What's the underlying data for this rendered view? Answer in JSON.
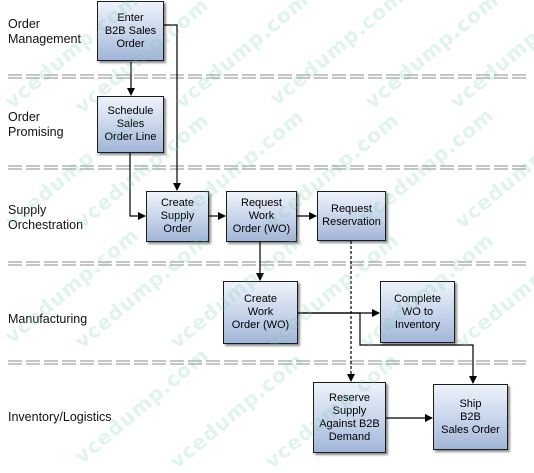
{
  "lanes": [
    {
      "id": "order-management",
      "label": "Order\nManagement"
    },
    {
      "id": "order-promising",
      "label": "Order\nPromising"
    },
    {
      "id": "supply-orchestration",
      "label": "Supply\nOrchestration"
    },
    {
      "id": "manufacturing",
      "label": "Manufacturing"
    },
    {
      "id": "inventory-logistics",
      "label": "Inventory/Logistics"
    }
  ],
  "nodes": {
    "enter_order": "Enter\nB2B Sales\nOrder",
    "schedule_line": "Schedule\nSales\nOrder Line",
    "create_supply_order": "Create\nSupply\nOrder",
    "request_work_order": "Request\nWork\nOrder (WO)",
    "request_reservation": "Request\nReservation",
    "create_work_order": "Create\nWork\nOrder (WO)",
    "complete_wo": "Complete\nWO to\nInventory",
    "reserve_supply": "Reserve\nSupply\nAgainst B2B\nDemand",
    "ship_order": "Ship\nB2B\nSales Order"
  },
  "edges": [
    {
      "from": "enter_order",
      "to": "schedule_line",
      "style": "solid"
    },
    {
      "from": "enter_order",
      "to": "create_supply_order",
      "style": "solid"
    },
    {
      "from": "schedule_line",
      "to": "create_supply_order",
      "style": "solid"
    },
    {
      "from": "create_supply_order",
      "to": "request_work_order",
      "style": "solid"
    },
    {
      "from": "request_work_order",
      "to": "request_reservation",
      "style": "solid"
    },
    {
      "from": "request_work_order",
      "to": "create_work_order",
      "style": "solid"
    },
    {
      "from": "create_work_order",
      "to": "complete_wo",
      "style": "solid"
    },
    {
      "from": "create_work_order",
      "to": "ship_order",
      "style": "solid"
    },
    {
      "from": "request_reservation",
      "to": "reserve_supply",
      "style": "dashed"
    },
    {
      "from": "reserve_supply",
      "to": "ship_order",
      "style": "solid"
    }
  ],
  "watermark": "vcedump.com",
  "colors": {
    "box_top": "#eef3fb",
    "box_bottom": "#a3b6d8",
    "separator": "#8c8c8c",
    "watermark": "#78c8af"
  }
}
